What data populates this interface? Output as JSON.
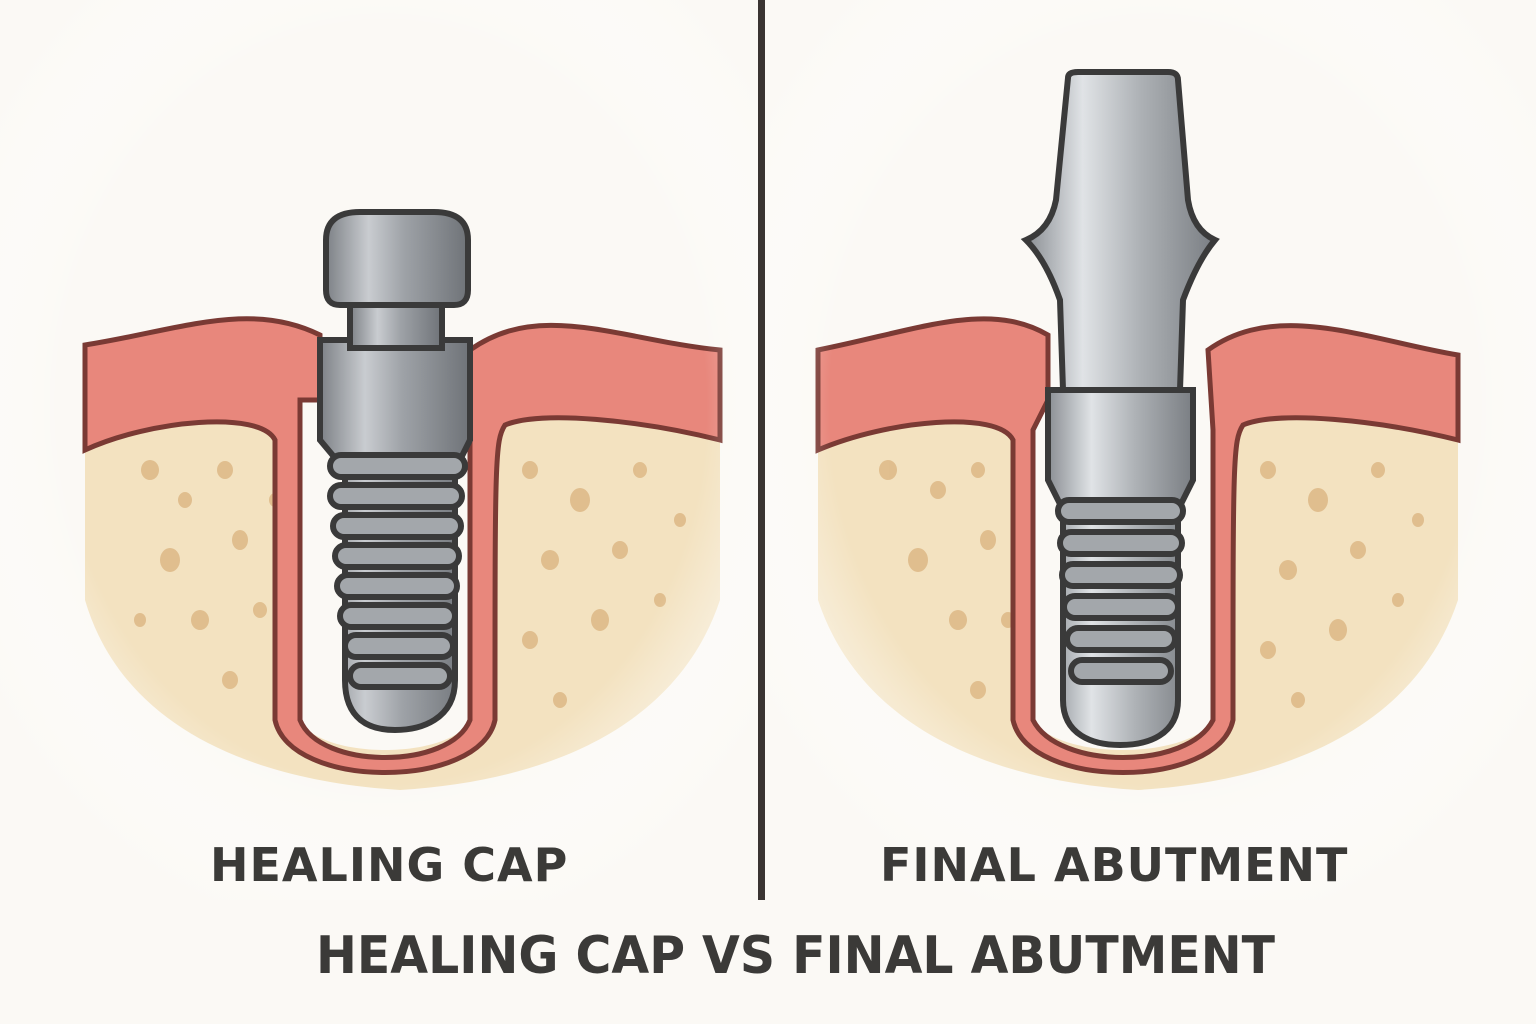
{
  "title": "HEALING CAP VS FINAL ABUTMENT",
  "panels": [
    {
      "label": "HEALING CAP",
      "component": "healing-cap"
    },
    {
      "label": "FINAL ABUTMENT",
      "component": "final-abutment"
    }
  ],
  "colors": {
    "background": "#fbf9f5",
    "gum": "#e8877c",
    "gum_outline": "#7a3a34",
    "bone": "#f3e2c0",
    "bone_spots": "#ddb886",
    "metal": "#a9adb1",
    "metal_dark": "#6f7378",
    "outline": "#3a3a3a",
    "text": "#3b3a38",
    "divider": "#3a3432"
  }
}
